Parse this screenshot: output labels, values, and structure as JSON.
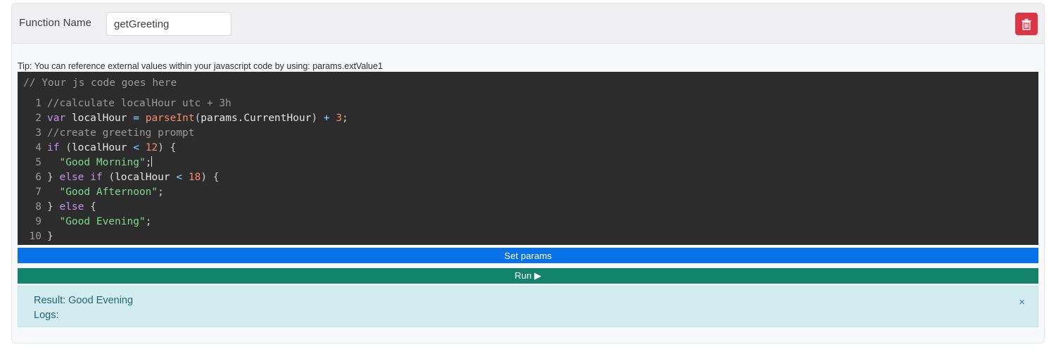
{
  "header": {
    "function_name_label": "Function Name",
    "function_name_value": "getGreeting",
    "function_name_placeholder": "Function Name",
    "delete_icon": "trash-icon",
    "delete_color": "#dc3545"
  },
  "body": {
    "tip": "Tip: You can reference external values within your javascript code by using: params.extValue1",
    "editor": {
      "placeholder": "// Your js code goes here",
      "background": "#2c2c2c",
      "lines": [
        {
          "n": "1",
          "tokens": [
            {
              "t": "//calculate localHour utc + 3h",
              "c": "t-com"
            }
          ]
        },
        {
          "n": "2",
          "tokens": [
            {
              "t": "var",
              "c": "t-kw"
            },
            {
              "t": " ",
              "c": "t-pun"
            },
            {
              "t": "localHour",
              "c": "t-var"
            },
            {
              "t": " ",
              "c": "t-pun"
            },
            {
              "t": "=",
              "c": "t-op"
            },
            {
              "t": " ",
              "c": "t-pun"
            },
            {
              "t": "parseInt",
              "c": "t-fn"
            },
            {
              "t": "(",
              "c": "t-pun"
            },
            {
              "t": "params.CurrentHour",
              "c": "t-var"
            },
            {
              "t": ")",
              "c": "t-pun"
            },
            {
              "t": " ",
              "c": "t-pun"
            },
            {
              "t": "+",
              "c": "t-op"
            },
            {
              "t": " ",
              "c": "t-pun"
            },
            {
              "t": "3",
              "c": "t-num"
            },
            {
              "t": ";",
              "c": "t-pun"
            }
          ]
        },
        {
          "n": "3",
          "tokens": [
            {
              "t": "//create greeting prompt",
              "c": "t-com"
            }
          ]
        },
        {
          "n": "4",
          "tokens": [
            {
              "t": "if",
              "c": "t-kw"
            },
            {
              "t": " (",
              "c": "t-pun"
            },
            {
              "t": "localHour",
              "c": "t-var"
            },
            {
              "t": " ",
              "c": "t-pun"
            },
            {
              "t": "<",
              "c": "t-op"
            },
            {
              "t": " ",
              "c": "t-pun"
            },
            {
              "t": "12",
              "c": "t-num"
            },
            {
              "t": ") {",
              "c": "t-pun"
            }
          ]
        },
        {
          "n": "5",
          "tokens": [
            {
              "t": "  ",
              "c": "t-pun"
            },
            {
              "t": "\"Good Morning\"",
              "c": "t-str"
            },
            {
              "t": ";",
              "c": "t-pun"
            }
          ],
          "caret": true
        },
        {
          "n": "6",
          "tokens": [
            {
              "t": "} ",
              "c": "t-pun"
            },
            {
              "t": "else",
              "c": "t-kw"
            },
            {
              "t": " ",
              "c": "t-pun"
            },
            {
              "t": "if",
              "c": "t-kw"
            },
            {
              "t": " (",
              "c": "t-pun"
            },
            {
              "t": "localHour",
              "c": "t-var"
            },
            {
              "t": " ",
              "c": "t-pun"
            },
            {
              "t": "<",
              "c": "t-op"
            },
            {
              "t": " ",
              "c": "t-pun"
            },
            {
              "t": "18",
              "c": "t-num"
            },
            {
              "t": ") {",
              "c": "t-pun"
            }
          ]
        },
        {
          "n": "7",
          "tokens": [
            {
              "t": "  ",
              "c": "t-pun"
            },
            {
              "t": "\"Good Afternoon\"",
              "c": "t-str"
            },
            {
              "t": ";",
              "c": "t-pun"
            }
          ]
        },
        {
          "n": "8",
          "tokens": [
            {
              "t": "} ",
              "c": "t-pun"
            },
            {
              "t": "else",
              "c": "t-kw"
            },
            {
              "t": " {",
              "c": "t-pun"
            }
          ]
        },
        {
          "n": "9",
          "tokens": [
            {
              "t": "  ",
              "c": "t-pun"
            },
            {
              "t": "\"Good Evening\"",
              "c": "t-str"
            },
            {
              "t": ";",
              "c": "t-pun"
            }
          ]
        },
        {
          "n": "10",
          "tokens": [
            {
              "t": "}",
              "c": "t-pun"
            }
          ]
        }
      ]
    },
    "buttons": {
      "set_params_label": "Set params",
      "set_params_color": "#0a72e8",
      "run_label": "Run ▶",
      "run_color": "#13846c"
    },
    "result": {
      "result_line": "Result: Good Evening",
      "logs_line": "Logs:",
      "close_label": "×",
      "background": "#d3ecf1",
      "text_color": "#216575"
    }
  }
}
